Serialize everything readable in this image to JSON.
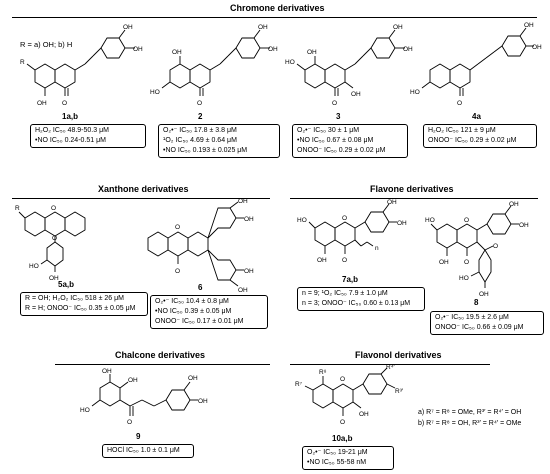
{
  "sections": {
    "chromone": "Chromone derivatives",
    "xanthone": "Xanthone derivatives",
    "flavone": "Flavone derivatives",
    "chalcone": "Chalcone derivatives",
    "flavonol": "Flavonol derivatives"
  },
  "r_definition": "R = a) OH; b) H",
  "compounds": {
    "c1": {
      "label": "1a,b",
      "lines": [
        "H₂O₂ IC₅₀ 48.9-50.3 μM",
        "•NO IC₅₀ 0.24-0.51 μM"
      ]
    },
    "c2": {
      "label": "2",
      "lines": [
        "O₂•⁻ IC₅₀ 17.8 ± 3.8 μM",
        "¹O₂ IC₅₀ 4.69 ± 0.64 μM",
        "•NO IC₅₀ 0.193 ± 0.025 μM"
      ]
    },
    "c3": {
      "label": "3",
      "lines": [
        "O₂•⁻ IC₅₀ 30 ± 1 μM",
        "•NO IC₅₀ 0.67 ± 0.08 μM",
        "ONOO⁻ IC₅₀ 0.29 ± 0.02 μM"
      ]
    },
    "c4": {
      "label": "4a",
      "lines": [
        "H₂O₂ IC₅₀ 121 ± 9 μM",
        "ONOO⁻ IC₅₀ 0.29 ± 0.02 μM"
      ]
    },
    "c5": {
      "label": "5a,b",
      "lines": [
        "R = OH; H₂O₂ IC₅₀ 518 ± 26 μM",
        "R = H; ONOO⁻ IC₅₀ 0.35 ± 0.05 μM"
      ]
    },
    "c6": {
      "label": "6",
      "lines": [
        "O₂•⁻ IC₅₀ 10.4 ± 0.8 μM",
        "•NO IC₅₀ 0.39 ± 0.05 μM",
        "ONOO⁻ IC₅₀ 0.17 ± 0.01 μM"
      ]
    },
    "c7": {
      "label": "7a,b",
      "lines": [
        "n = 9; ¹O₂ IC₅₀ 7.9 ± 1.0 μM",
        "n = 3; ONOO⁻ IC₅₀ 0.60 ± 0.13 μM"
      ]
    },
    "c8": {
      "label": "8",
      "lines": [
        "O₂•⁻ IC₅₀ 19.5 ± 2.6 μM",
        "ONOO⁻ IC₅₀ 0.66 ± 0.09 μM"
      ]
    },
    "c9": {
      "label": "9",
      "lines": [
        "HOCl IC₅₀ 1.0 ± 0.1 μM"
      ]
    },
    "c10": {
      "label": "10a,b",
      "lines": [
        "O₂•⁻ IC₅₀ 19-21 μM",
        "•NO IC₅₀ 55-58 nM"
      ],
      "substituents": [
        "a) R⁷ = R⁸ = OMe, R³′ = R⁴′ = OH",
        "b) R⁷ = R⁸ = OH, R³′ = R⁴′ = OMe"
      ]
    }
  },
  "atoms": {
    "OH": "OH",
    "HO": "HO",
    "O": "O",
    "R": "R",
    "n": "n",
    "R7": "R⁷",
    "R8": "R⁸",
    "R3p": "R³′",
    "R4p": "R⁴′"
  }
}
